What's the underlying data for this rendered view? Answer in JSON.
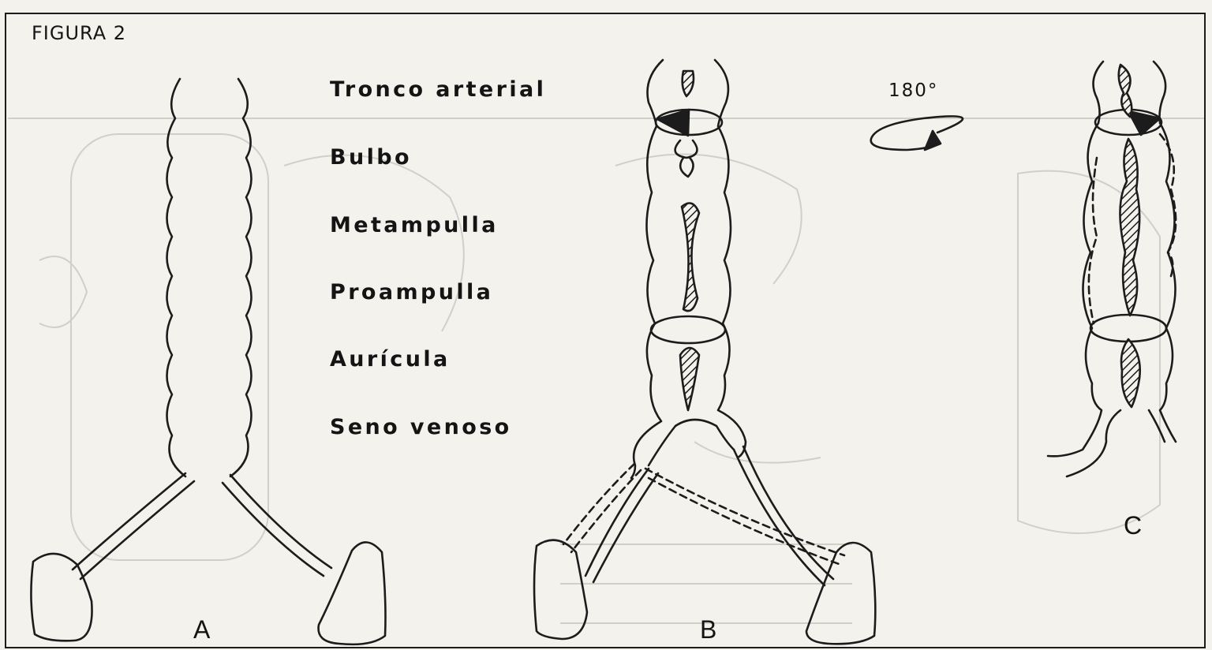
{
  "figure": {
    "title": "FIGURA 2",
    "labels": [
      "Tronco arterial",
      "Bulbo",
      "Metampulla",
      "Proampulla",
      "Aurícula",
      "Seno venoso"
    ],
    "rotation_label": "180°",
    "panels": {
      "a": "A",
      "b": "B",
      "c": "C"
    }
  },
  "colors": {
    "ink": "#1c1c1c",
    "paper": "#f4f2ed",
    "bleed": "#c9c6bf"
  }
}
